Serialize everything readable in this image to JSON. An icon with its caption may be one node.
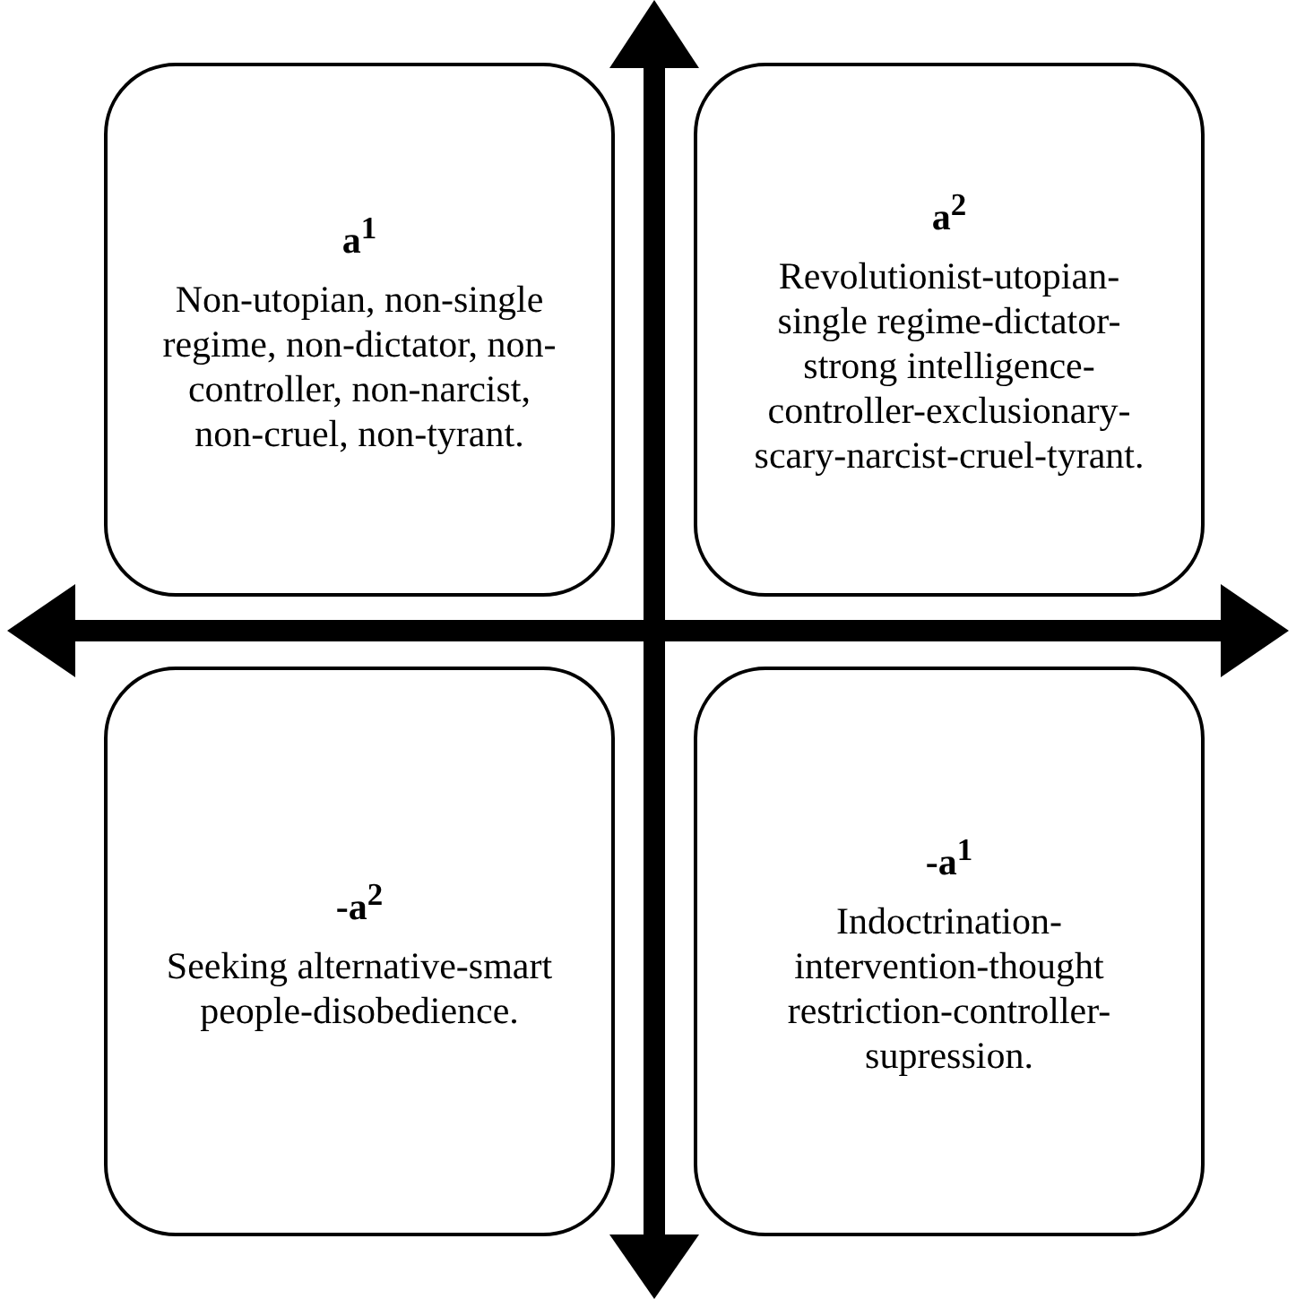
{
  "diagram": {
    "nodes": [
      {
        "text": [
          "a$^{1}$",
          "Non-utopian, non-single regime, non-dictator, non-controller, non-narcist, non-cruel, non-tyrant."
        ]
      },
      {
        "text": [
          "a$^{2}$",
          "Revolutionist-utopian-single regime-dictator-strong intelligence-controller-exclusionary-scary-narcist-cruel-tyrant."
        ]
      },
      {
        "text": [
          "-a$^{2}$",
          "Seeking alternative-smart people-disobedience."
        ]
      },
      {
        "text": [
          "-a$^{1}$",
          "Indoctrination-intervention-thought restriction-controller-supression."
        ]
      }
    ]
  }
}
